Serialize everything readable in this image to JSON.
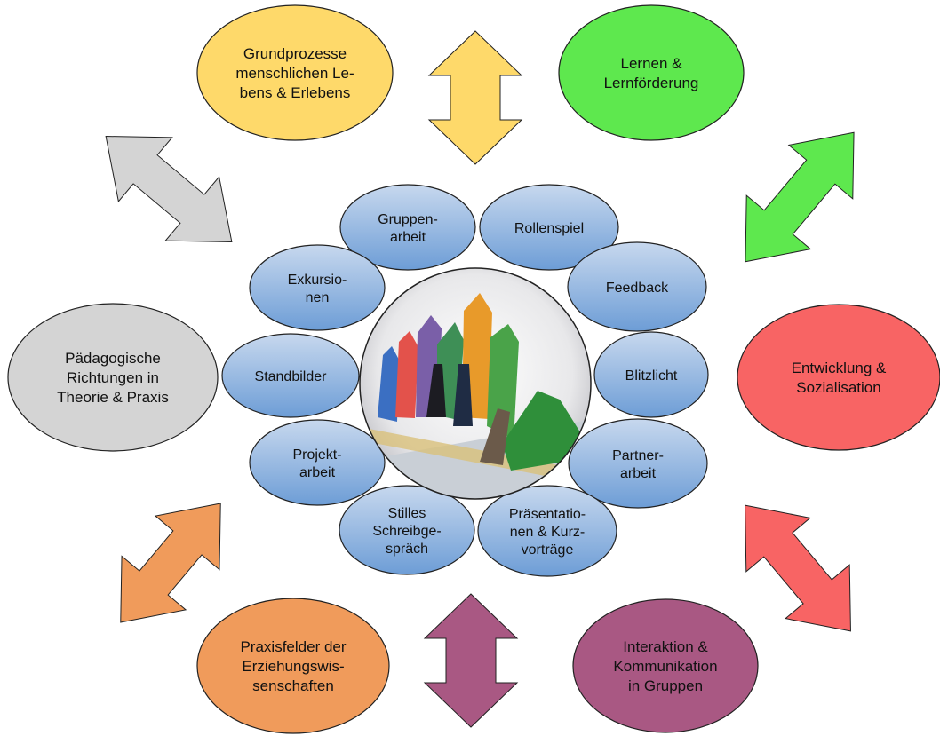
{
  "colors": {
    "yellow": "#fed96a",
    "green": "#5ee84e",
    "red": "#f86464",
    "purple": "#a95883",
    "orange": "#f09b5b",
    "gray": "#d4d4d4",
    "inner_fill_top": "#c7d8ee",
    "inner_fill_bottom": "#6d9dd6",
    "outline": "#222222"
  },
  "outer": [
    {
      "id": "grundprozesse",
      "lines": [
        "Grundprozesse",
        "menschlichen Le-",
        "bens & Erlebens"
      ],
      "color": "#fed96a"
    },
    {
      "id": "lernen",
      "lines": [
        "Lernen &",
        "Lernförderung"
      ],
      "color": "#5ee84e"
    },
    {
      "id": "entwicklung",
      "lines": [
        "Entwicklung &",
        "Sozialisation"
      ],
      "color": "#f86464"
    },
    {
      "id": "interaktion",
      "lines": [
        "Interaktion &",
        "Kommunikation",
        "in Gruppen"
      ],
      "color": "#a95883"
    },
    {
      "id": "praxisfelder",
      "lines": [
        "Praxisfelder der",
        "Erziehungswis-",
        "senschaften"
      ],
      "color": "#f09b5b"
    },
    {
      "id": "paedagogische",
      "lines": [
        "Pädagogische",
        "Richtungen in",
        "Theorie & Praxis"
      ],
      "color": "#d4d4d4"
    }
  ],
  "inner": [
    {
      "id": "gruppenarbeit",
      "lines": [
        "Gruppen-",
        "arbeit"
      ]
    },
    {
      "id": "rollenspiel",
      "lines": [
        "Rollenspiel"
      ]
    },
    {
      "id": "feedback",
      "lines": [
        "Feedback"
      ]
    },
    {
      "id": "blitzlicht",
      "lines": [
        "Blitzlicht"
      ]
    },
    {
      "id": "partnerarbeit",
      "lines": [
        "Partner-",
        "arbeit"
      ]
    },
    {
      "id": "praesentationen",
      "lines": [
        "Präsentatio-",
        "nen & Kurz-",
        "vorträge"
      ]
    },
    {
      "id": "stilles-schreibgespraech",
      "lines": [
        "Stilles",
        "Schreibge-",
        "spräch"
      ]
    },
    {
      "id": "projektarbeit",
      "lines": [
        "Projekt-",
        "arbeit"
      ]
    },
    {
      "id": "standbilder",
      "lines": [
        "Standbilder"
      ]
    },
    {
      "id": "exkursionen",
      "lines": [
        "Exkursio-",
        "nen"
      ]
    }
  ],
  "arrows": [
    {
      "id": "yellow",
      "color": "#fed96a"
    },
    {
      "id": "green",
      "color": "#5ee84e"
    },
    {
      "id": "red",
      "color": "#f86464"
    },
    {
      "id": "purple",
      "color": "#a95883"
    },
    {
      "id": "orange",
      "color": "#f09b5b"
    },
    {
      "id": "gray",
      "color": "#d4d4d4"
    }
  ]
}
